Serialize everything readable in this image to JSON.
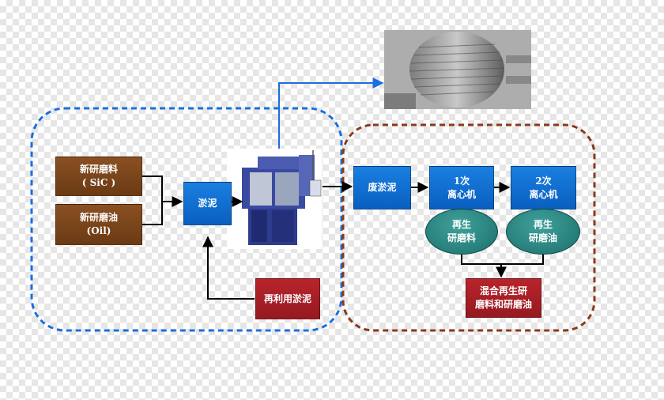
{
  "left_group": {
    "new_sic": "新研磨料\n( SiC )",
    "new_oil": "新研磨油\n(Oil)",
    "slurry": "淤泥",
    "recycled_slurry": "再利用淤泥"
  },
  "right_group": {
    "waste_slurry": "废淤泥",
    "centrifuge_1": "1次\n离心机",
    "centrifuge_2": "2次\n离心机",
    "regen_abrasive": "再生\n研磨料",
    "regen_oil": "再生\n研磨油",
    "mixed": "混合再生研\n磨料和研磨油"
  },
  "colors": {
    "left_border": "#1a6fe0",
    "right_border": "#8a3a1a",
    "arrow": "#000000",
    "link_line": "#1a6fe0"
  }
}
